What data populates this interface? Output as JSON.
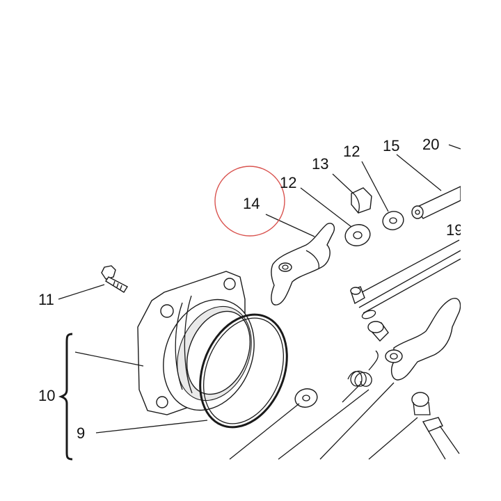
{
  "diagram": {
    "highlight_color": "#d9534f",
    "line_color": "#1a1a1a",
    "highlighted_callout": "14",
    "callouts": {
      "c9": "9",
      "c10": "10",
      "c11": "11",
      "c12a": "12",
      "c12b": "12",
      "c13": "13",
      "c14": "14",
      "c15": "15",
      "c19": "19",
      "c20": "20"
    }
  }
}
